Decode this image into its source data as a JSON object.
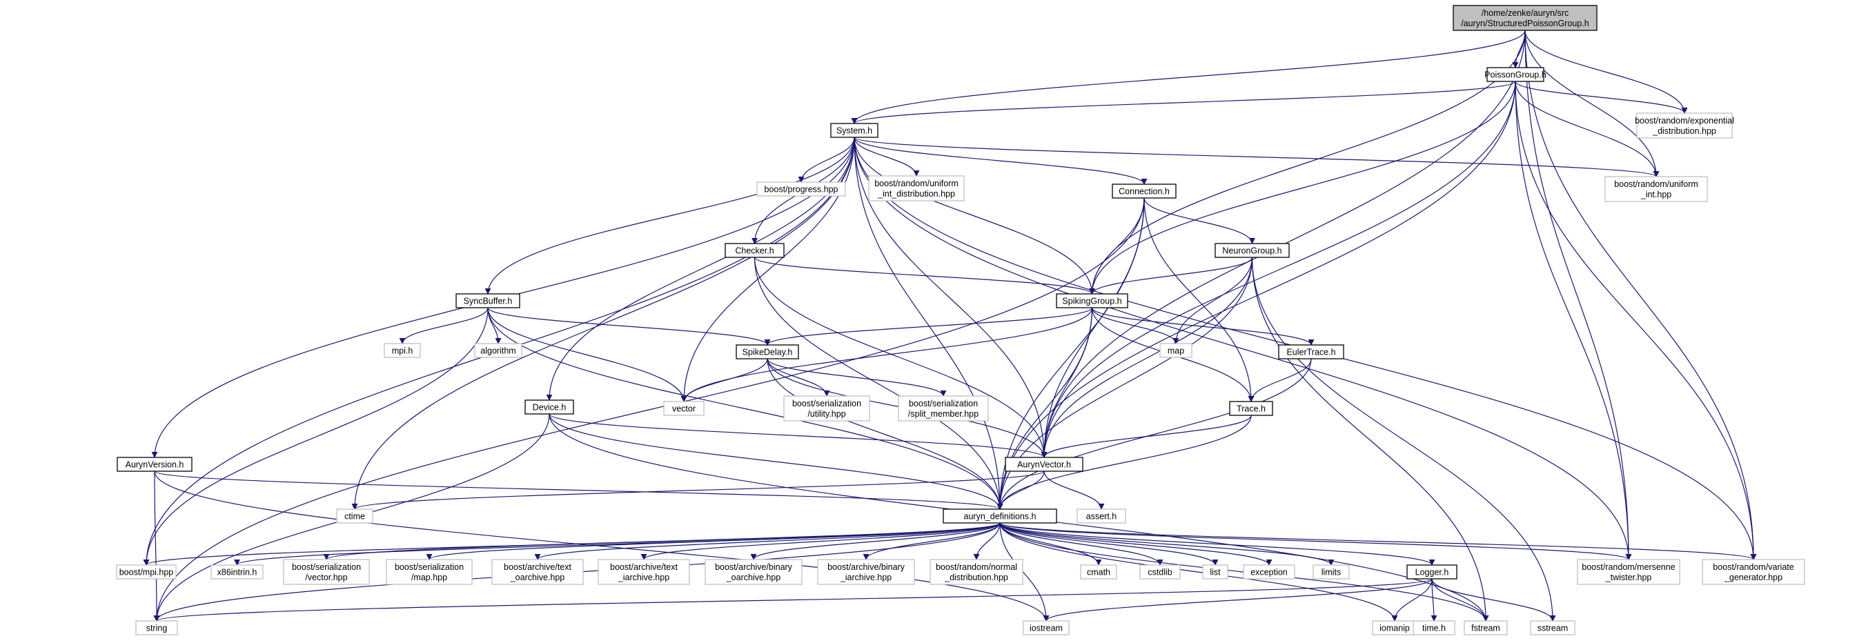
{
  "colors": {
    "edge": "#191970",
    "root_fill": "#bfbfbf",
    "project_border": "#000000",
    "external_border": "#bfbfbf",
    "background": "#ffffff"
  },
  "nodes": [
    {
      "id": "root",
      "lines": [
        "/home/zenke/auryn/src",
        "/auryn/StructuredPoissonGroup.h"
      ],
      "kind": "root"
    },
    {
      "id": "poissongroup",
      "lines": [
        "PoissonGroup.h"
      ],
      "kind": "project"
    },
    {
      "id": "system",
      "lines": [
        "System.h"
      ],
      "kind": "project"
    },
    {
      "id": "exp_dist",
      "lines": [
        "boost/random/exponential",
        "_distribution.hpp"
      ],
      "kind": "external"
    },
    {
      "id": "progress",
      "lines": [
        "boost/progress.hpp"
      ],
      "kind": "external"
    },
    {
      "id": "uniform_int_dist",
      "lines": [
        "boost/random/uniform",
        "_int_distribution.hpp"
      ],
      "kind": "external"
    },
    {
      "id": "connection",
      "lines": [
        "Connection.h"
      ],
      "kind": "project"
    },
    {
      "id": "uniform_int",
      "lines": [
        "boost/random/uniform",
        "_int.hpp"
      ],
      "kind": "external"
    },
    {
      "id": "checker",
      "lines": [
        "Checker.h"
      ],
      "kind": "project"
    },
    {
      "id": "neurongroup",
      "lines": [
        "NeuronGroup.h"
      ],
      "kind": "project"
    },
    {
      "id": "syncbuffer",
      "lines": [
        "SyncBuffer.h"
      ],
      "kind": "project"
    },
    {
      "id": "spikinggroup",
      "lines": [
        "SpikingGroup.h"
      ],
      "kind": "project"
    },
    {
      "id": "mpi_h",
      "lines": [
        "mpi.h"
      ],
      "kind": "external"
    },
    {
      "id": "algorithm",
      "lines": [
        "algorithm"
      ],
      "kind": "external"
    },
    {
      "id": "spikedelay",
      "lines": [
        "SpikeDelay.h"
      ],
      "kind": "project"
    },
    {
      "id": "map",
      "lines": [
        "map"
      ],
      "kind": "external"
    },
    {
      "id": "eulertrace",
      "lines": [
        "EulerTrace.h"
      ],
      "kind": "project"
    },
    {
      "id": "vector",
      "lines": [
        "vector"
      ],
      "kind": "external"
    },
    {
      "id": "ser_utility",
      "lines": [
        "boost/serialization",
        "/utility.hpp"
      ],
      "kind": "external"
    },
    {
      "id": "ser_split",
      "lines": [
        "boost/serialization",
        "/split_member.hpp"
      ],
      "kind": "external"
    },
    {
      "id": "device",
      "lines": [
        "Device.h"
      ],
      "kind": "project"
    },
    {
      "id": "trace",
      "lines": [
        "Trace.h"
      ],
      "kind": "project"
    },
    {
      "id": "aurynversion",
      "lines": [
        "AurynVersion.h"
      ],
      "kind": "project"
    },
    {
      "id": "aurynvector",
      "lines": [
        "AurynVector.h"
      ],
      "kind": "project"
    },
    {
      "id": "ctime",
      "lines": [
        "ctime"
      ],
      "kind": "external"
    },
    {
      "id": "assert_h",
      "lines": [
        "assert.h"
      ],
      "kind": "external"
    },
    {
      "id": "auryn_defs",
      "lines": [
        "auryn_definitions.h"
      ],
      "kind": "project"
    },
    {
      "id": "boost_mpi",
      "lines": [
        "boost/mpi.hpp"
      ],
      "kind": "external"
    },
    {
      "id": "x86intrin",
      "lines": [
        "x86intrin.h"
      ],
      "kind": "external"
    },
    {
      "id": "ser_vector",
      "lines": [
        "boost/serialization",
        "/vector.hpp"
      ],
      "kind": "external"
    },
    {
      "id": "ser_map",
      "lines": [
        "boost/serialization",
        "/map.hpp"
      ],
      "kind": "external"
    },
    {
      "id": "text_oarchive",
      "lines": [
        "boost/archive/text",
        "_oarchive.hpp"
      ],
      "kind": "external"
    },
    {
      "id": "text_iarchive",
      "lines": [
        "boost/archive/text",
        "_iarchive.hpp"
      ],
      "kind": "external"
    },
    {
      "id": "binary_oarchive",
      "lines": [
        "boost/archive/binary",
        "_oarchive.hpp"
      ],
      "kind": "external"
    },
    {
      "id": "binary_iarchive",
      "lines": [
        "boost/archive/binary",
        "_iarchive.hpp"
      ],
      "kind": "external"
    },
    {
      "id": "normal_dist",
      "lines": [
        "boost/random/normal",
        "_distribution.hpp"
      ],
      "kind": "external"
    },
    {
      "id": "cmath",
      "lines": [
        "cmath"
      ],
      "kind": "external"
    },
    {
      "id": "cstdlib",
      "lines": [
        "cstdlib"
      ],
      "kind": "external"
    },
    {
      "id": "list",
      "lines": [
        "list"
      ],
      "kind": "external"
    },
    {
      "id": "exception",
      "lines": [
        "exception"
      ],
      "kind": "external"
    },
    {
      "id": "limits",
      "lines": [
        "limits"
      ],
      "kind": "external"
    },
    {
      "id": "logger",
      "lines": [
        "Logger.h"
      ],
      "kind": "project"
    },
    {
      "id": "mersenne",
      "lines": [
        "boost/random/mersenne",
        "_twister.hpp"
      ],
      "kind": "external"
    },
    {
      "id": "variate",
      "lines": [
        "boost/random/variate",
        "_generator.hpp"
      ],
      "kind": "external"
    },
    {
      "id": "string",
      "lines": [
        "string"
      ],
      "kind": "external"
    },
    {
      "id": "iostream",
      "lines": [
        "iostream"
      ],
      "kind": "external"
    },
    {
      "id": "iomanip",
      "lines": [
        "iomanip"
      ],
      "kind": "external"
    },
    {
      "id": "time_h",
      "lines": [
        "time.h"
      ],
      "kind": "external"
    },
    {
      "id": "fstream",
      "lines": [
        "fstream"
      ],
      "kind": "external"
    },
    {
      "id": "sstream",
      "lines": [
        "sstream"
      ],
      "kind": "external"
    }
  ],
  "edges": [
    [
      "root",
      "poissongroup"
    ],
    [
      "root",
      "system"
    ],
    [
      "root",
      "exp_dist"
    ],
    [
      "root",
      "uniform_int"
    ],
    [
      "root",
      "spikinggroup"
    ],
    [
      "root",
      "aurynvector"
    ],
    [
      "root",
      "mersenne"
    ],
    [
      "root",
      "variate"
    ],
    [
      "poissongroup",
      "system"
    ],
    [
      "poissongroup",
      "exp_dist"
    ],
    [
      "poissongroup",
      "uniform_int"
    ],
    [
      "poissongroup",
      "spikinggroup"
    ],
    [
      "poissongroup",
      "aurynvector"
    ],
    [
      "poissongroup",
      "auryn_defs"
    ],
    [
      "poissongroup",
      "mersenne"
    ],
    [
      "poissongroup",
      "variate"
    ],
    [
      "system",
      "progress"
    ],
    [
      "system",
      "uniform_int_dist"
    ],
    [
      "system",
      "connection"
    ],
    [
      "system",
      "uniform_int"
    ],
    [
      "system",
      "checker"
    ],
    [
      "system",
      "syncbuffer"
    ],
    [
      "system",
      "spikinggroup"
    ],
    [
      "system",
      "vector"
    ],
    [
      "system",
      "device"
    ],
    [
      "system",
      "aurynversion"
    ],
    [
      "system",
      "aurynvector"
    ],
    [
      "system",
      "ctime"
    ],
    [
      "system",
      "auryn_defs"
    ],
    [
      "system",
      "boost_mpi"
    ],
    [
      "system",
      "mersenne"
    ],
    [
      "system",
      "variate"
    ],
    [
      "connection",
      "neurongroup"
    ],
    [
      "connection",
      "spikinggroup"
    ],
    [
      "connection",
      "trace"
    ],
    [
      "connection",
      "aurynvector"
    ],
    [
      "connection",
      "auryn_defs"
    ],
    [
      "connection",
      "string"
    ],
    [
      "checker",
      "spikinggroup"
    ],
    [
      "checker",
      "aurynvector"
    ],
    [
      "checker",
      "auryn_defs"
    ],
    [
      "neurongroup",
      "spikinggroup"
    ],
    [
      "neurongroup",
      "map"
    ],
    [
      "neurongroup",
      "aurynvector"
    ],
    [
      "neurongroup",
      "auryn_defs"
    ],
    [
      "neurongroup",
      "fstream"
    ],
    [
      "neurongroup",
      "sstream"
    ],
    [
      "syncbuffer",
      "mpi_h"
    ],
    [
      "syncbuffer",
      "algorithm"
    ],
    [
      "syncbuffer",
      "spikedelay"
    ],
    [
      "syncbuffer",
      "vector"
    ],
    [
      "syncbuffer",
      "auryn_defs"
    ],
    [
      "syncbuffer",
      "boost_mpi"
    ],
    [
      "spikinggroup",
      "spikedelay"
    ],
    [
      "spikinggroup",
      "map"
    ],
    [
      "spikinggroup",
      "eulertrace"
    ],
    [
      "spikinggroup",
      "vector"
    ],
    [
      "spikinggroup",
      "trace"
    ],
    [
      "spikinggroup",
      "aurynvector"
    ],
    [
      "spikinggroup",
      "auryn_defs"
    ],
    [
      "spikedelay",
      "vector"
    ],
    [
      "spikedelay",
      "ser_utility"
    ],
    [
      "spikedelay",
      "ser_split"
    ],
    [
      "spikedelay",
      "aurynvector"
    ],
    [
      "spikedelay",
      "auryn_defs"
    ],
    [
      "eulertrace",
      "trace"
    ],
    [
      "eulertrace",
      "auryn_defs"
    ],
    [
      "device",
      "aurynvector"
    ],
    [
      "device",
      "auryn_defs"
    ],
    [
      "device",
      "string"
    ],
    [
      "device",
      "fstream"
    ],
    [
      "trace",
      "aurynvector"
    ],
    [
      "trace",
      "auryn_defs"
    ],
    [
      "aurynversion",
      "auryn_defs"
    ],
    [
      "aurynversion",
      "string"
    ],
    [
      "aurynversion",
      "iostream"
    ],
    [
      "aurynvector",
      "ctime"
    ],
    [
      "aurynvector",
      "assert_h"
    ],
    [
      "aurynvector",
      "auryn_defs"
    ],
    [
      "auryn_defs",
      "boost_mpi"
    ],
    [
      "auryn_defs",
      "x86intrin"
    ],
    [
      "auryn_defs",
      "ser_vector"
    ],
    [
      "auryn_defs",
      "ser_map"
    ],
    [
      "auryn_defs",
      "text_oarchive"
    ],
    [
      "auryn_defs",
      "text_iarchive"
    ],
    [
      "auryn_defs",
      "binary_oarchive"
    ],
    [
      "auryn_defs",
      "binary_iarchive"
    ],
    [
      "auryn_defs",
      "normal_dist"
    ],
    [
      "auryn_defs",
      "cmath"
    ],
    [
      "auryn_defs",
      "cstdlib"
    ],
    [
      "auryn_defs",
      "list"
    ],
    [
      "auryn_defs",
      "exception"
    ],
    [
      "auryn_defs",
      "limits"
    ],
    [
      "auryn_defs",
      "logger"
    ],
    [
      "auryn_defs",
      "mersenne"
    ],
    [
      "auryn_defs",
      "variate"
    ],
    [
      "auryn_defs",
      "string"
    ],
    [
      "auryn_defs",
      "iostream"
    ],
    [
      "auryn_defs",
      "iomanip"
    ],
    [
      "auryn_defs",
      "fstream"
    ],
    [
      "logger",
      "string"
    ],
    [
      "logger",
      "iostream"
    ],
    [
      "logger",
      "iomanip"
    ],
    [
      "logger",
      "time_h"
    ],
    [
      "logger",
      "fstream"
    ],
    [
      "logger",
      "sstream"
    ]
  ]
}
